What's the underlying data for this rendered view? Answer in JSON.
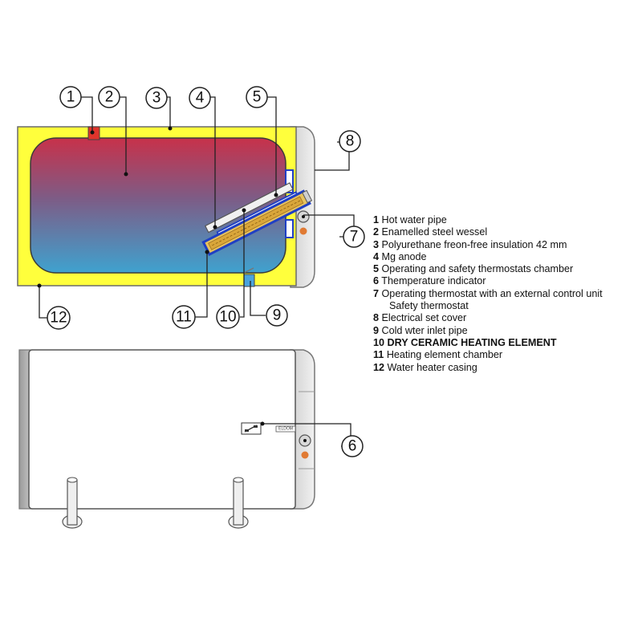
{
  "callouts": [
    "1",
    "2",
    "3",
    "4",
    "5",
    "6",
    "7",
    "8",
    "9",
    "10",
    "11",
    "12"
  ],
  "lower_callout": "6",
  "legend": [
    {
      "num": "1",
      "text": "Hot water pipe",
      "bold": false
    },
    {
      "num": "2",
      "text": "Enamelled steel wessel",
      "bold": false
    },
    {
      "num": "3",
      "text": "Polyurethane freon-free insulation 42 mm",
      "bold": false
    },
    {
      "num": "4",
      "text": "Mg anode",
      "bold": false
    },
    {
      "num": "5",
      "text": "Operating and safety thermostats chamber",
      "bold": false
    },
    {
      "num": "6",
      "text": "Themperature indicator",
      "bold": false
    },
    {
      "num": "7",
      "text": "Operating thermostat with an external control unit",
      "bold": false,
      "extra": "Safety thermostat"
    },
    {
      "num": "8",
      "text": "Electrical set cover",
      "bold": false
    },
    {
      "num": "9",
      "text": "Cold wter inlet pipe",
      "bold": false
    },
    {
      "num": "10",
      "text": "DRY CERAMIC HEATING ELEMENT",
      "bold": true
    },
    {
      "num": "11",
      "text": "Heating element chamber",
      "bold": false
    },
    {
      "num": "12",
      "text": "Water heater casing",
      "bold": false
    }
  ],
  "brand_label": "ELDOM",
  "colors": {
    "insulation": "#ffff3c",
    "tank_top": "#c8314a",
    "tank_bottom": "#3fa2cf",
    "heating_chamber": "#1f3fc4",
    "heating_element": "#d9a63a",
    "casing_grey": "#dcdcdc",
    "indicator_orange": "#e07a33"
  }
}
